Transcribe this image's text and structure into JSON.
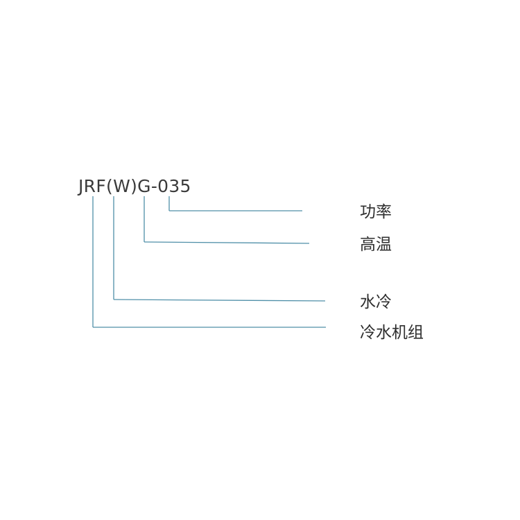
{
  "model_code": "JRF(W)G-035",
  "legend": [
    {
      "segment": "035",
      "meaning": "功率"
    },
    {
      "segment": "G",
      "meaning": "高温"
    },
    {
      "segment": "(W)",
      "meaning": "水冷"
    },
    {
      "segment": "JRF",
      "meaning": "冷水机组"
    }
  ],
  "colors": {
    "leader_line": "#4f8fa8",
    "text": "#2e2e2e"
  }
}
